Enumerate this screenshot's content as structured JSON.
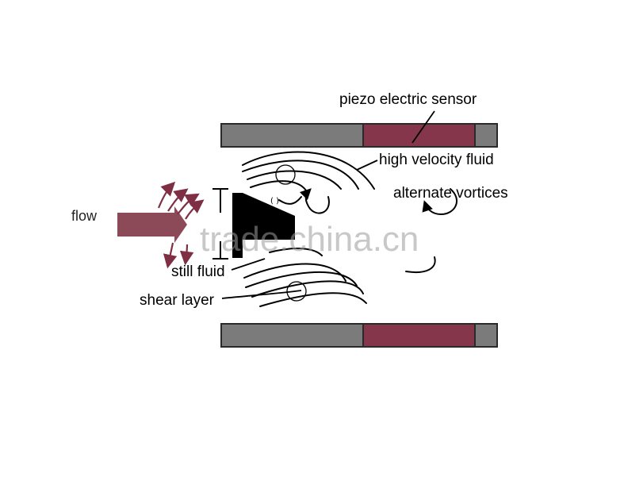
{
  "labels": {
    "sensor": "piezo electric sensor",
    "high_velocity": "high velocity fluid",
    "alternate_vortices": "alternate vortices",
    "flow": "flow",
    "still_fluid": "still fluid",
    "shear_layer": "shear layer"
  },
  "watermark": "trade.china.cn",
  "colors": {
    "wall": "#7b7b7b",
    "sensor": "#86364b",
    "flow_arrow": "#8c4a58",
    "ink": "#000000"
  }
}
